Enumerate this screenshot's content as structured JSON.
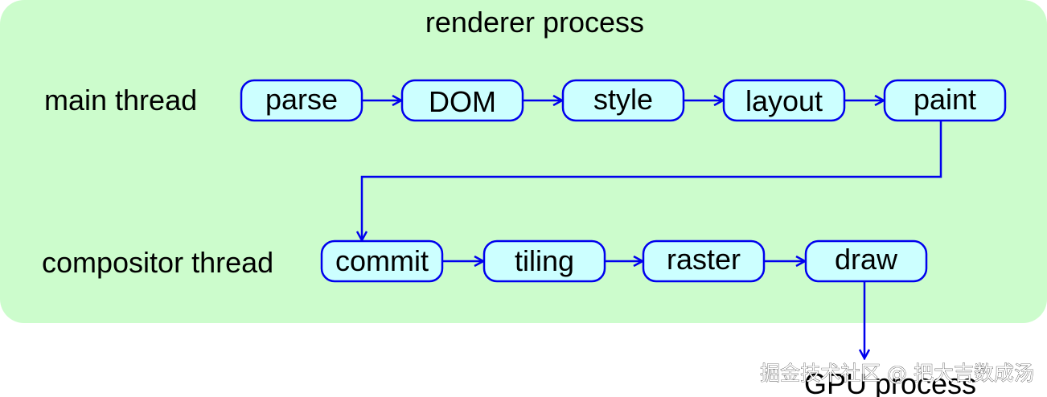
{
  "colors": {
    "region_fill": "#ccfccc",
    "node_fill": "#ccffff",
    "stroke": "#0000ee",
    "text": "#000000"
  },
  "renderer": {
    "title": "renderer process"
  },
  "main_thread": {
    "label": "main thread",
    "nodes": [
      "parse",
      "DOM",
      "style",
      "layout",
      "paint"
    ]
  },
  "compositor_thread": {
    "label": "compositor thread",
    "nodes": [
      "commit",
      "tiling",
      "raster",
      "draw"
    ]
  },
  "gpu": {
    "label": "GPU process"
  },
  "watermark": "掘金技术社区 @ 把大吉数成汤"
}
